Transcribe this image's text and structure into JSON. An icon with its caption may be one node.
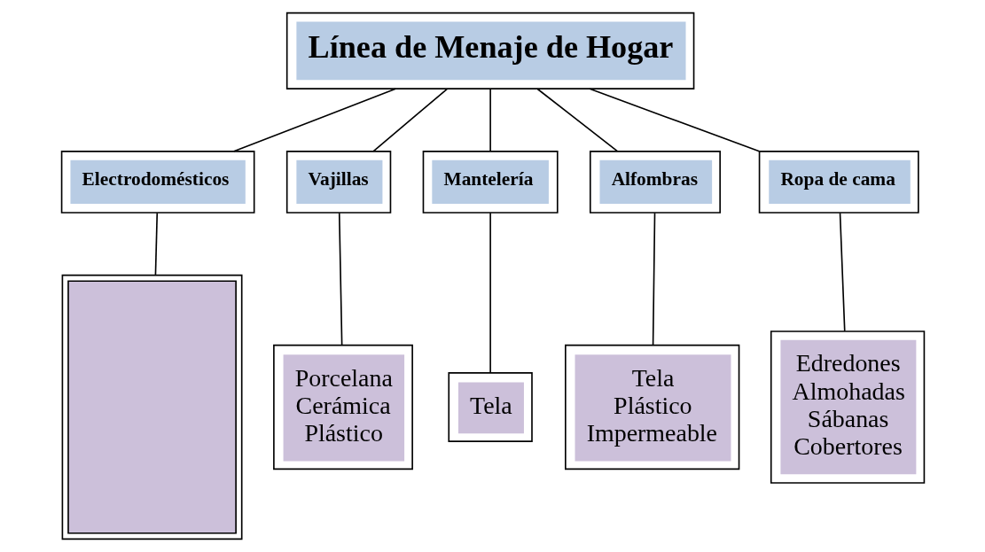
{
  "diagram": {
    "nodes": [
      {
        "text": [
          "Línea de Menaje de Hogar"
        ]
      },
      {
        "text": [
          "Electrodomésticos"
        ]
      },
      {
        "text": [
          "Vajillas"
        ]
      },
      {
        "text": [
          "Mantelería"
        ]
      },
      {
        "text": [
          "Alfombras"
        ]
      },
      {
        "text": [
          "Ropa de cama"
        ]
      },
      {
        "text": [],
        "shape": "box"
      },
      {
        "text": [
          "Porcelana",
          "Cerámica",
          "Plástico"
        ]
      },
      {
        "text": [
          "Tela"
        ]
      },
      {
        "text": [
          "Tela",
          "Plástico",
          "Impermeable"
        ]
      },
      {
        "text": [
          "Edredones",
          "Almohadas",
          "Sábanas",
          "Cobertores"
        ]
      }
    ],
    "edges": [
      {
        "from": 0,
        "to": 1,
        "arrow": "none"
      },
      {
        "from": 0,
        "to": 2,
        "arrow": "none"
      },
      {
        "from": 0,
        "to": 3,
        "arrow": "none"
      },
      {
        "from": 0,
        "to": 4,
        "arrow": "none"
      },
      {
        "from": 0,
        "to": 5,
        "arrow": "none"
      },
      {
        "from": 1,
        "to": 6,
        "arrow": "none"
      },
      {
        "from": 2,
        "to": 7,
        "arrow": "none"
      },
      {
        "from": 3,
        "to": 8,
        "arrow": "none"
      },
      {
        "from": 4,
        "to": 9,
        "arrow": "none"
      },
      {
        "from": 5,
        "to": 10,
        "arrow": "none"
      }
    ]
  }
}
